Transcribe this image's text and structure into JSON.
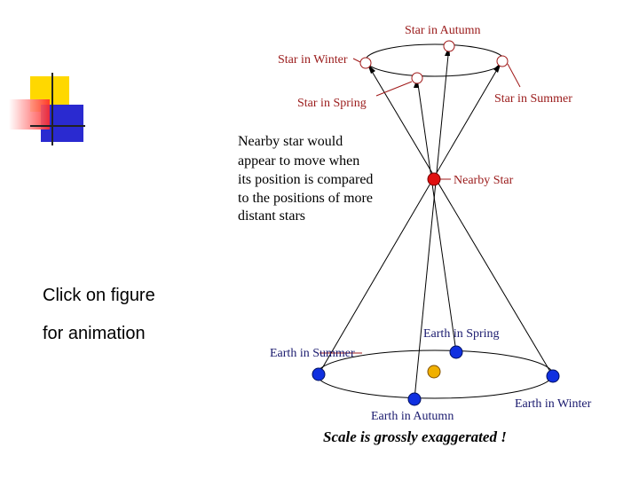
{
  "caption": {
    "line1": "Click on figure",
    "line2": "for animation"
  },
  "diagram": {
    "stars": {
      "autumn": "Star in Autumn",
      "winter": "Star in Winter",
      "spring": "Star in Spring",
      "summer": "Star in Summer",
      "nearby": "Nearby Star"
    },
    "note_lines": [
      "Nearby star would",
      "appear to move when",
      "its position is compared",
      "to the positions of more",
      "distant stars"
    ],
    "earth": {
      "spring": "Earth in Spring",
      "summer": "Earth in Summer",
      "autumn": "Earth in Autumn",
      "winter": "Earth in Winter"
    },
    "scale_note": "Scale is grossly exaggerated !"
  },
  "colors": {
    "nearby_star": "#e01010",
    "earth": "#1030e0",
    "sun": "#f0b000",
    "deco_yellow": "#ffd800",
    "deco_blue": "#2a2ad0",
    "deco_red": "#ff2a2a"
  }
}
